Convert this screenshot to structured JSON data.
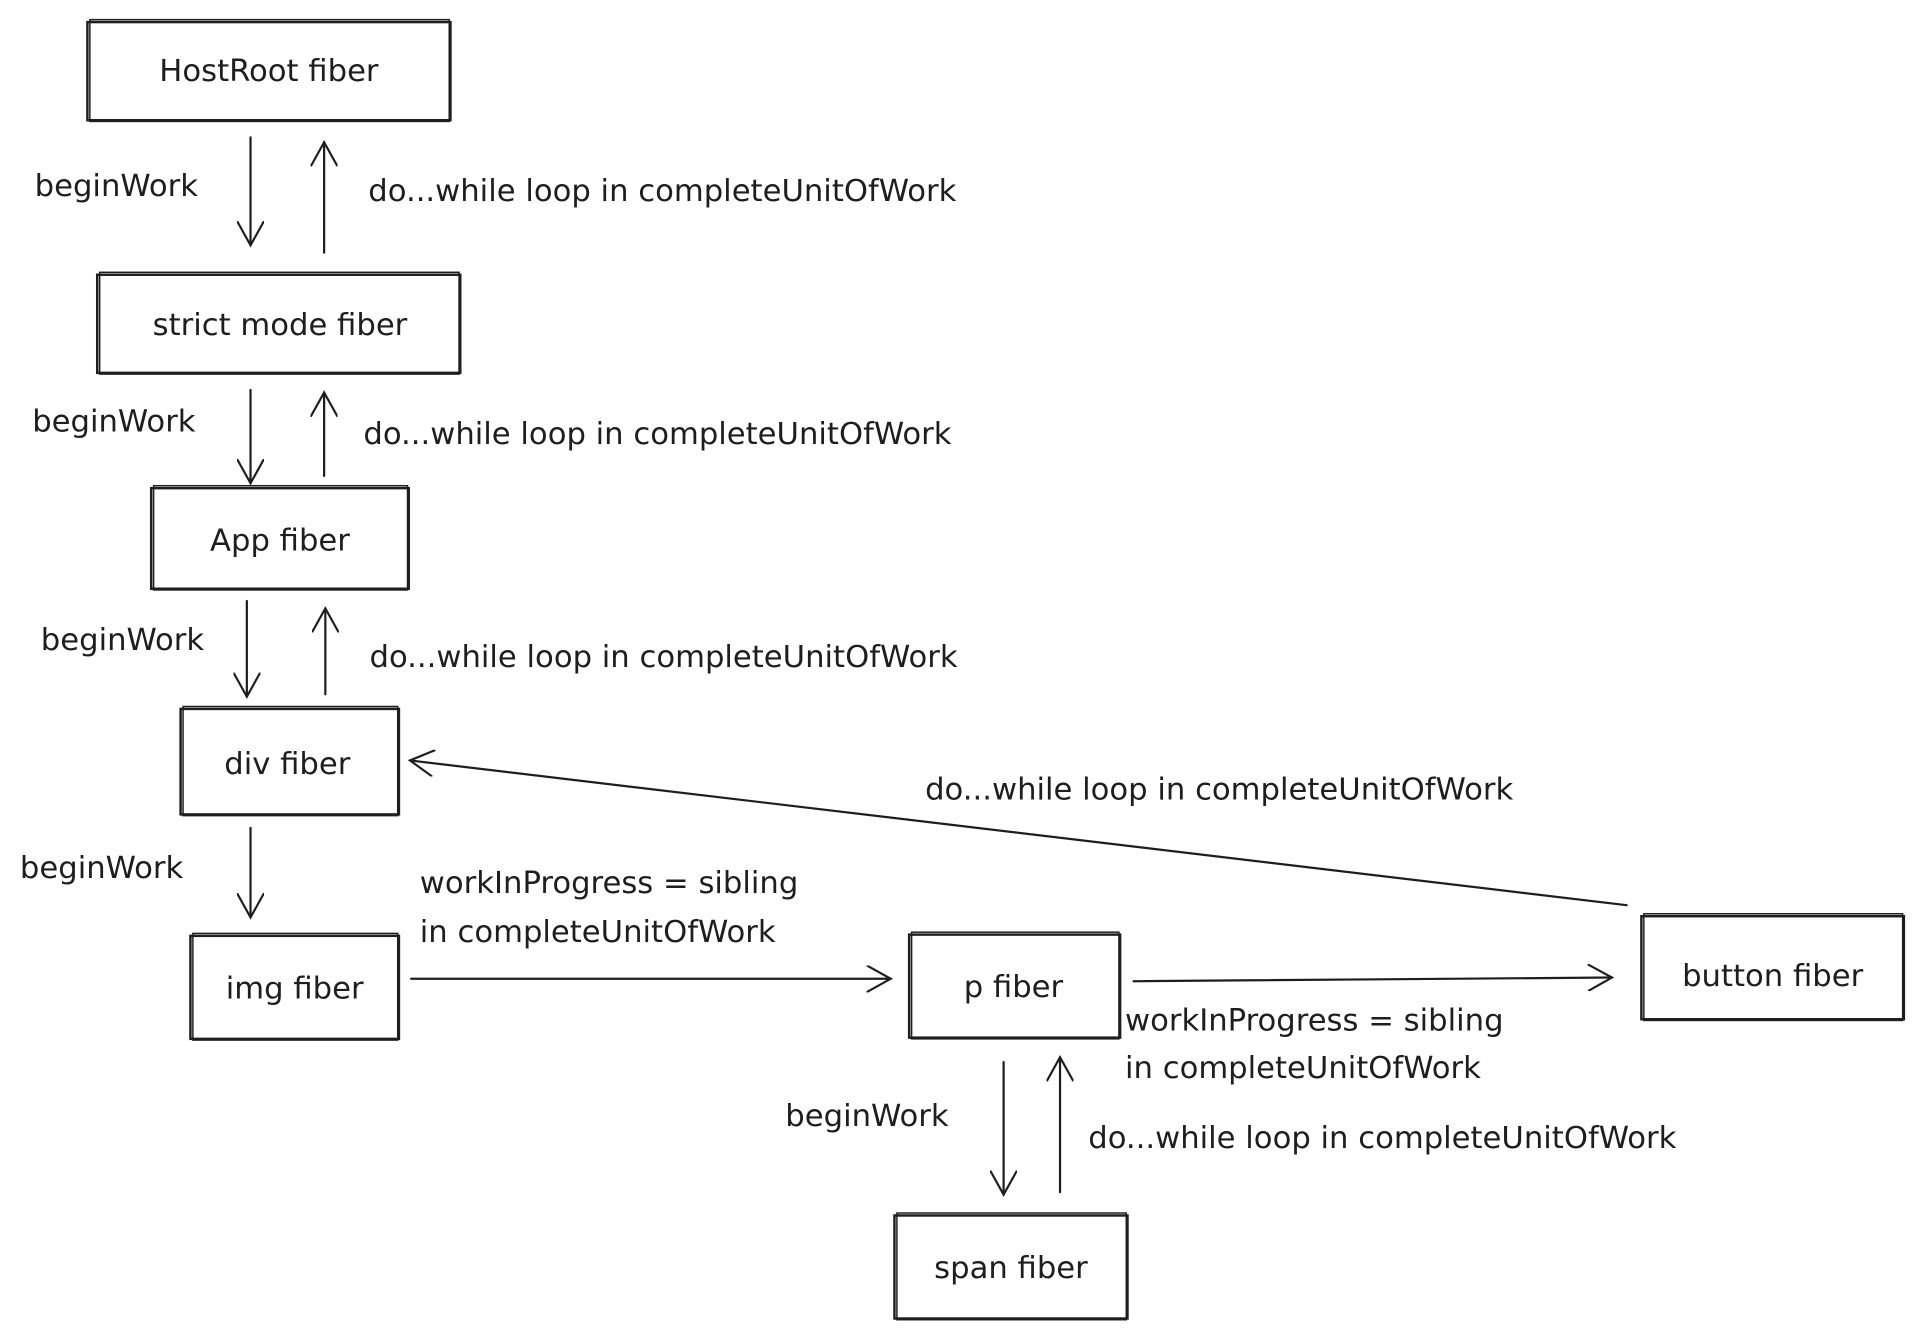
{
  "diagram": {
    "nodes": [
      {
        "id": "hostroot",
        "label": "HostRoot fiber"
      },
      {
        "id": "strictmode",
        "label": "strict mode fiber"
      },
      {
        "id": "app",
        "label": "App fiber"
      },
      {
        "id": "div",
        "label": "div fiber"
      },
      {
        "id": "img",
        "label": "img fiber"
      },
      {
        "id": "p",
        "label": "p fiber"
      },
      {
        "id": "button",
        "label": "button fiber"
      },
      {
        "id": "span",
        "label": "span fiber"
      }
    ],
    "edges": [
      {
        "from": "hostroot",
        "to": "strictmode",
        "label": "beginWork"
      },
      {
        "from": "strictmode",
        "to": "hostroot",
        "label": "do...while loop in completeUnitOfWork"
      },
      {
        "from": "strictmode",
        "to": "app",
        "label": "beginWork"
      },
      {
        "from": "app",
        "to": "strictmode",
        "label": "do...while loop in completeUnitOfWork"
      },
      {
        "from": "app",
        "to": "div",
        "label": "beginWork"
      },
      {
        "from": "div",
        "to": "app",
        "label": "do...while loop in completeUnitOfWork"
      },
      {
        "from": "div",
        "to": "img",
        "label": "beginWork"
      },
      {
        "from": "img",
        "to": "p",
        "label_line1": "workInProgress = sibling",
        "label_line2": "in completeUnitOfWork"
      },
      {
        "from": "p",
        "to": "button",
        "label_line1": "workInProgress = sibling",
        "label_line2": "in completeUnitOfWork"
      },
      {
        "from": "p",
        "to": "span",
        "label": "beginWork"
      },
      {
        "from": "span",
        "to": "p",
        "label": "do...while loop in completeUnitOfWork"
      },
      {
        "from": "button",
        "to": "div",
        "label": "do...while loop in completeUnitOfWork"
      }
    ]
  }
}
